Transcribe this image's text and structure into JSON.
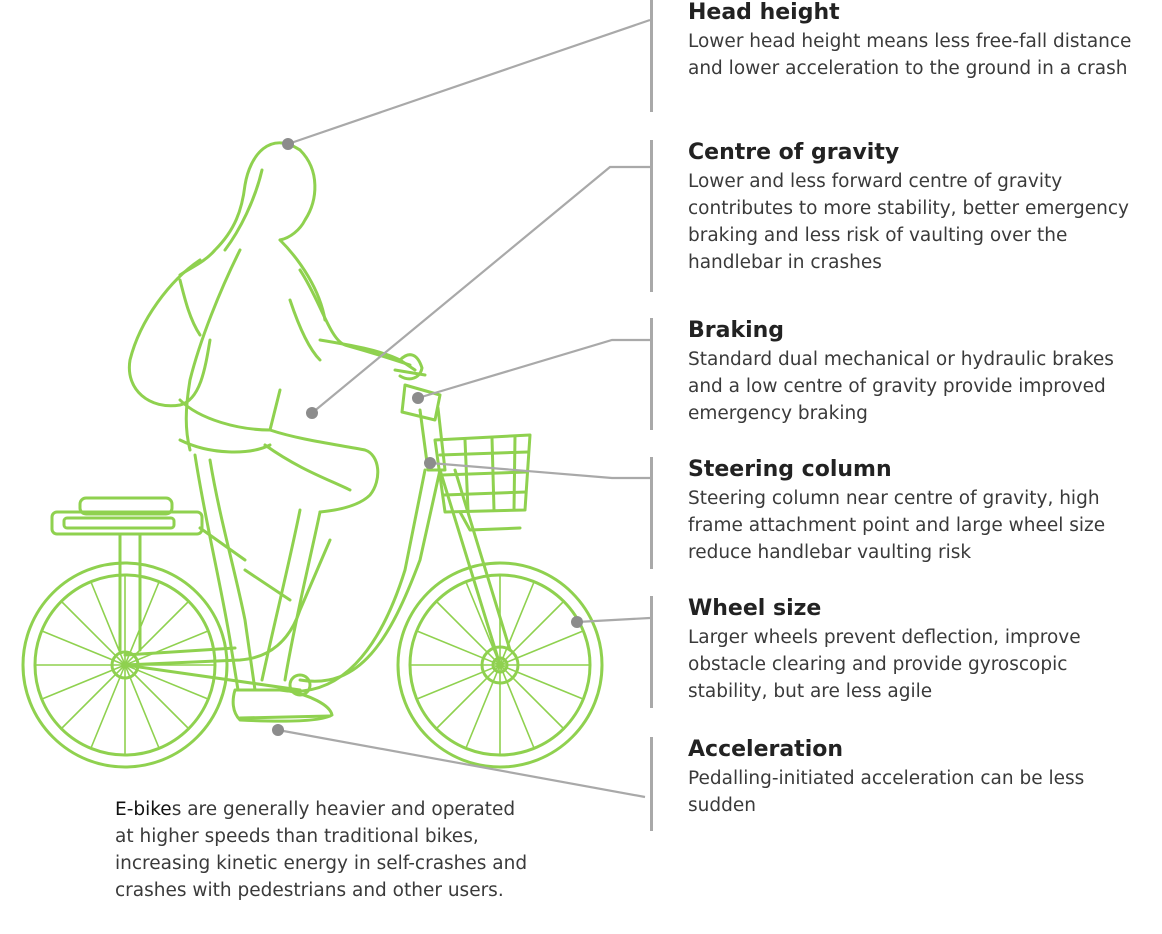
{
  "callouts": [
    {
      "title": "Head height",
      "text": "Lower head height means less free-fall distance and lower acceleration to the ground in a crash"
    },
    {
      "title": "Centre of gravity",
      "text": "Lower and less forward centre of gravity contributes to more stability, better emergency braking and less risk of vaulting over the handlebar in crashes"
    },
    {
      "title": "Braking",
      "text": "Standard dual mechanical or hydraulic brakes and a low centre of gravity provide improved emergency braking"
    },
    {
      "title": "Steering column",
      "text": "Steering column near centre of gravity, high frame attachment point and large wheel size reduce handlebar vaulting risk"
    },
    {
      "title": "Wheel size",
      "text": "Larger wheels prevent deflection, improve obstacle clearing and provide gyroscopic stability, but are less agile"
    },
    {
      "title": "Acceleration",
      "text": "Pedalling-initiated acceleration can be less sudden"
    }
  ],
  "note": {
    "lead": "E-bike",
    "rest": "s are generally heavier and operated at higher speeds than traditional bikes, increasing kinetic energy in self-crashes and crashes with pedestrians and other users."
  },
  "colors": {
    "illustration": "#8fd14f",
    "leader": "#a9a9a9",
    "dot": "#8c8c8c"
  },
  "icons": {
    "illustration": "rider-on-e-bike-line-drawing"
  }
}
